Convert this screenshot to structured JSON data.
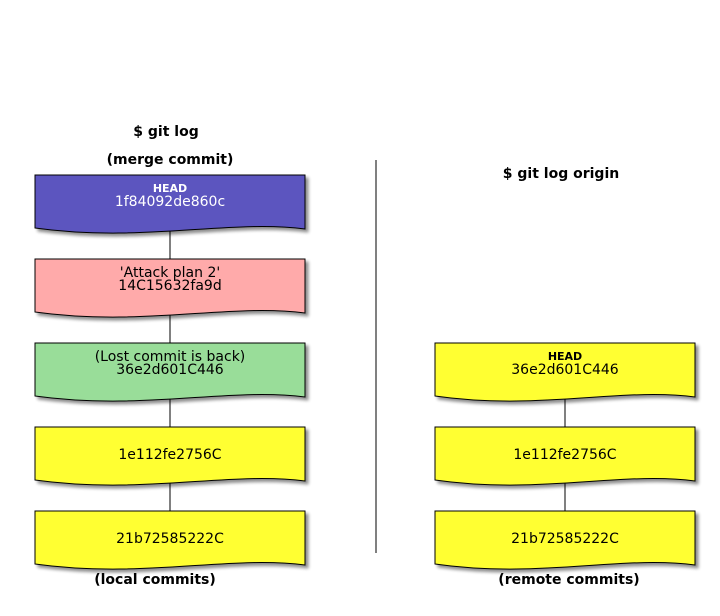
{
  "left": {
    "command": "$ git log",
    "subtitle": "(merge commit)",
    "caption": "(local commits)",
    "commits": [
      {
        "line1": "HEAD",
        "line2": "1f84092de860c",
        "fill": "#5b55bf",
        "text_color": "#ffffff"
      },
      {
        "line1": "'Attack plan 2'",
        "line2": "14C15632fa9d",
        "fill": "#ffaaaa",
        "text_color": "#000000"
      },
      {
        "line1": "(Lost commit is back)",
        "line2": "36e2d601C446",
        "fill": "#99dd99",
        "text_color": "#000000"
      },
      {
        "line1": "1e112fe2756C",
        "fill": "#ffff33",
        "text_color": "#000000"
      },
      {
        "line1": "21b72585222C",
        "fill": "#ffff33",
        "text_color": "#000000"
      }
    ]
  },
  "right": {
    "command": "$ git log origin",
    "caption": "(remote commits)",
    "commits": [
      {
        "line1": "HEAD",
        "line2": "36e2d601C446",
        "fill": "#ffff33",
        "text_color": "#000000"
      },
      {
        "line1": "1e112fe2756C",
        "fill": "#ffff33",
        "text_color": "#000000"
      },
      {
        "line1": "21b72585222C",
        "fill": "#ffff33",
        "text_color": "#000000"
      }
    ]
  }
}
